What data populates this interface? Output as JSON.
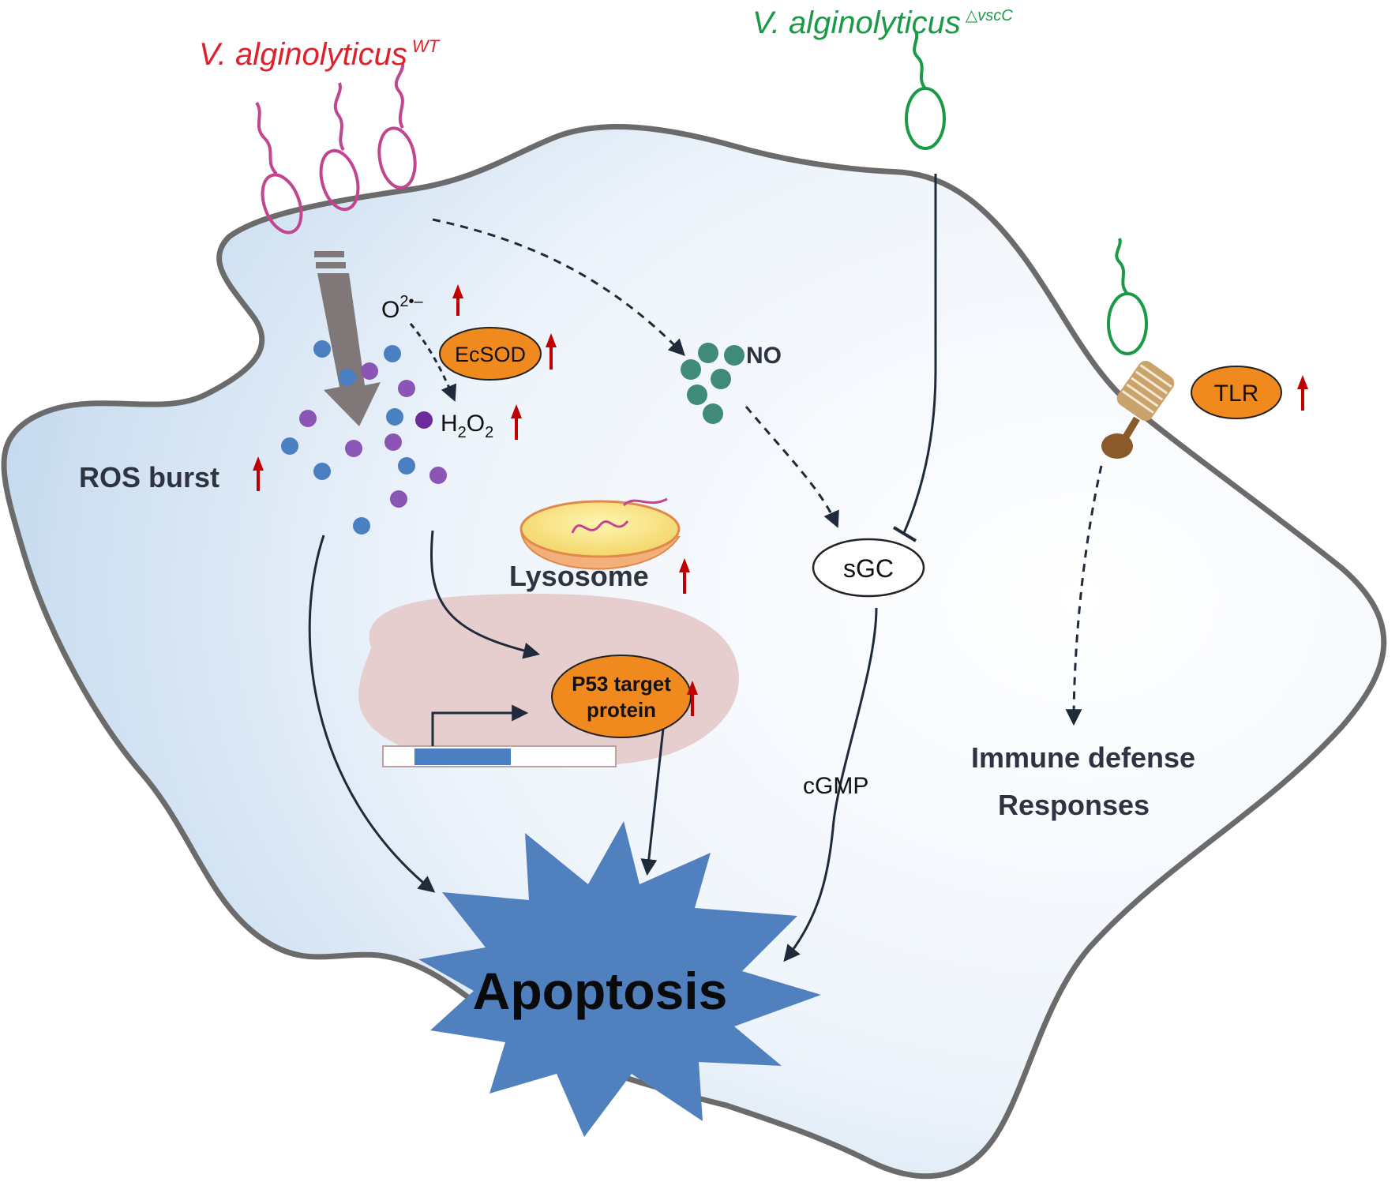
{
  "pathogens": {
    "wt_name": "V. alginolyticus",
    "wt_superscript": "WT",
    "mutant_name": "V. alginolyticus",
    "mutant_superscript": "△vscC"
  },
  "labels": {
    "superoxide_base": "O",
    "superoxide_sup": "2•–",
    "ecsod": "EcSOD",
    "h2o2_h": "H",
    "h2o2_sub1": "2",
    "h2o2_o": "O",
    "h2o2_sub2": "2",
    "ros_burst": "ROS burst",
    "no": "NO",
    "sgc": "sGC",
    "cgmp": "cGMP",
    "lysosome": "Lysosome",
    "p53_line1": "P53 target",
    "p53_line2": "protein",
    "apoptosis": "Apoptosis",
    "tlr": "TLR",
    "immune_line1": "Immune defense",
    "immune_line2": "Responses"
  },
  "colors": {
    "wt_bacteria": "#c1468f",
    "mutant_bacteria": "#1a9a47",
    "wt_text": "#e0202a",
    "mutant_text": "#1a9a47",
    "up_arrow": "#c00000",
    "orange_node": "#f08a1e",
    "apoptosis_star": "#5080bd",
    "membrane": "#6b6b6b",
    "ros_blue": "#4a7fc1",
    "ros_purple": "#8a55b5",
    "no_green": "#3f8a78",
    "nucleus": "#e6cece",
    "arrow_dark": "#1f2a3a"
  }
}
